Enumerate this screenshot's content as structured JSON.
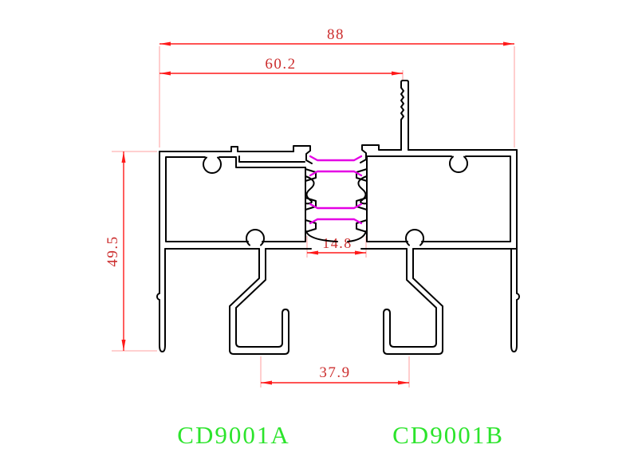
{
  "drawing": {
    "kind": "aluminium profile cross-section",
    "labels": {
      "left_profile": "CD9001A",
      "right_profile": "CD9001B"
    },
    "dimensions": {
      "overall_width": "88",
      "upper_left_width": "60.2",
      "left_height": "49.5",
      "thermal_break_width": "14.8",
      "bottom_hook_spacing": "37.9"
    },
    "colors": {
      "profile_outline": "#000000",
      "dimension_line": "#ff1a1a",
      "dimension_text": "#cc2e2e",
      "extension_line": "#ffb3b3",
      "thermal_break": "#e400e4",
      "label_text": "#2ce42c",
      "background": "#ffffff"
    }
  }
}
